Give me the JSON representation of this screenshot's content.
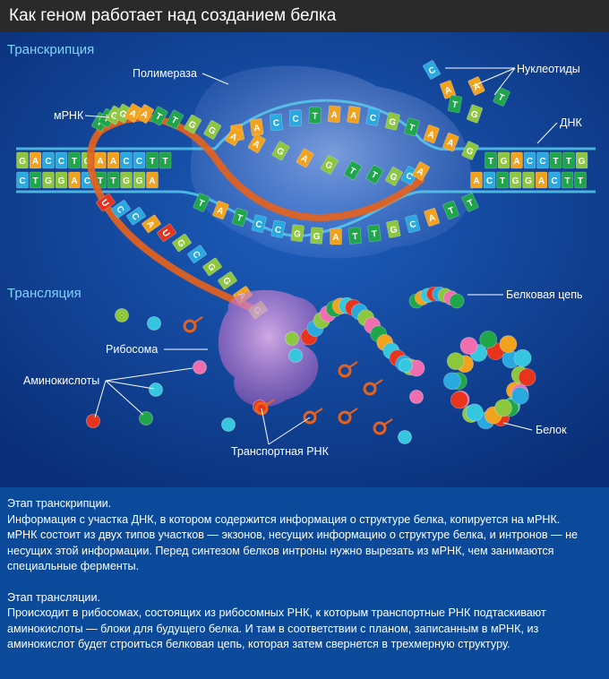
{
  "title": "Как геном работает над созданием белка",
  "sections": {
    "transcription": "Транскрипция",
    "translation": "Трансляция"
  },
  "labels": {
    "polymerase": "Полимераза",
    "nucleotides": "Нуклеотиды",
    "mrna": "мРНК",
    "dna": "ДНК",
    "protein_chain": "Белковая цепь",
    "ribosome": "Рибосома",
    "amino_acids": "Аминокислоты",
    "protein": "Белок",
    "trna": "Транспортная РНК"
  },
  "dna": {
    "top_left": "GACCTGAACCTT",
    "top_right": "TGACCTTG",
    "bottom_left": "CTGGACTTGGA",
    "bottom_right": "ACTGGACTT",
    "bubble_top": "AACCTAACGTAAG",
    "bubble_bottom": "TATCCGGATTGCATT",
    "mrna_bases": "TTGGAATTGGAAGAGTTGCA",
    "mrna_tail": "UCCAUGCGGAG"
  },
  "free_nucleotides": [
    "C",
    "A",
    "G",
    "T",
    "A",
    "T"
  ],
  "colors": {
    "A": "#f2a21c",
    "T": "#1fa64a",
    "G": "#8dc63f",
    "C": "#2aa8e0",
    "U": "#e8341c",
    "mrna_strand": "#e8621c",
    "dna_strand": "#5ad0f0",
    "background": "#0d3f8f"
  },
  "text": {
    "p1_title": "Этап транскрипции.",
    "p1_l1": "Информация с участка ДНК, в котором содержится информация о структуре белка, копируется на мРНК.",
    "p1_l2": "мРНК состоит из двух типов участков — экзонов, несущих информацию о структуре белка, и интронов — не",
    "p1_l3": "несущих этой информации. Перед синтезом белков интроны нужно вырезать из мРНК, чем занимаются",
    "p1_l4": "специальные ферменты.",
    "p2_title": "Этап трансляции.",
    "p2_l1": "Происходит в рибосомах, состоящих из рибосомных РНК, к которым транспортные РНК подтаскивают",
    "p2_l2": "аминокислоты — блоки для будущего белка. И там в соответствии с планом, записанным в мРНК, из",
    "p2_l3": "аминокислот будет строиться белковая цепь, которая затем свернется в трехмерную структуру."
  }
}
